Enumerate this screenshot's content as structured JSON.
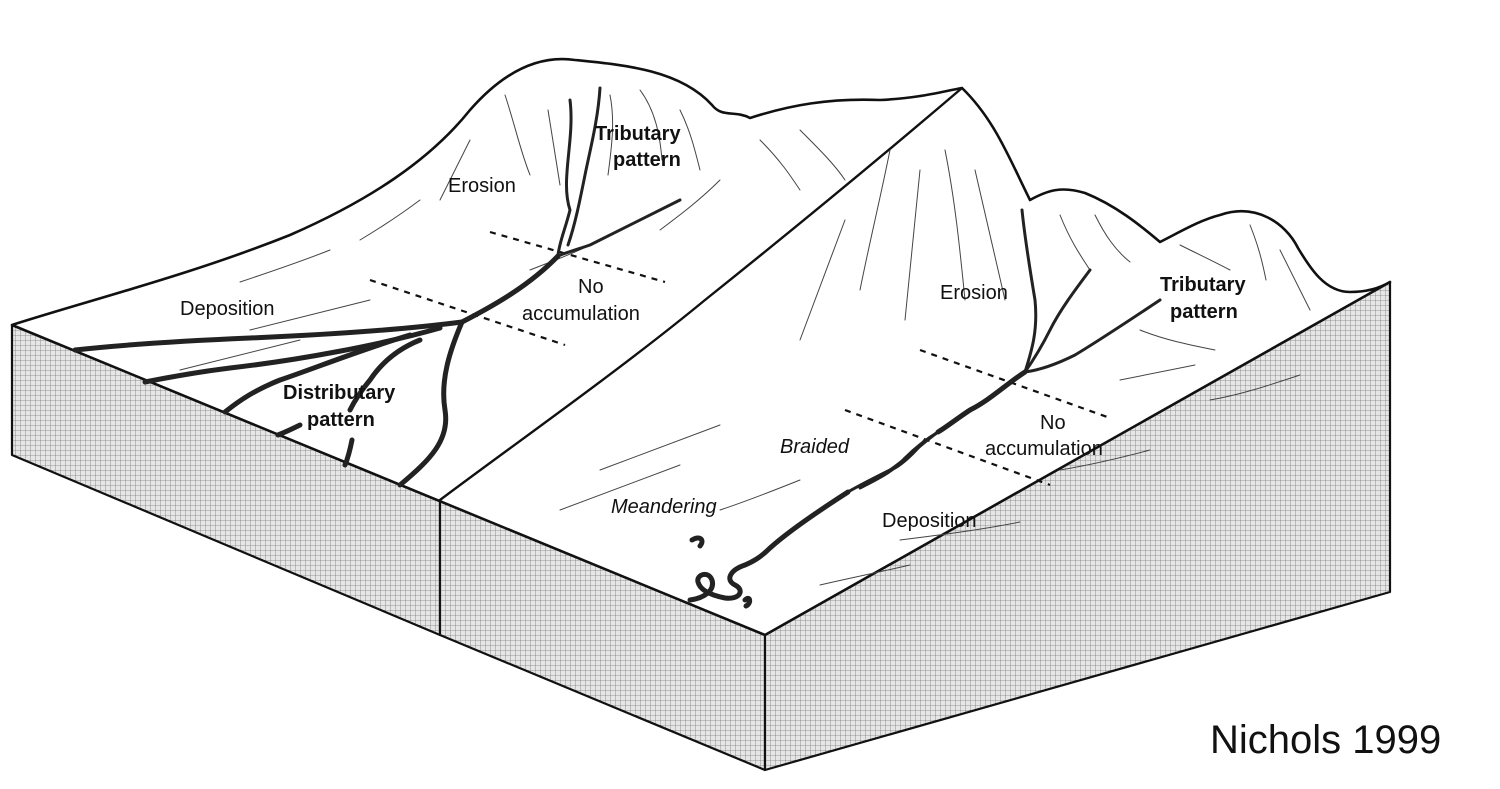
{
  "left_fan": {
    "erosion": "Erosion",
    "tributary": [
      "Tributary",
      "pattern"
    ],
    "no_accumulation": [
      "No",
      "accumulation"
    ],
    "deposition": "Deposition",
    "distributary": [
      "Distributary",
      "pattern"
    ]
  },
  "right_valley": {
    "erosion": "Erosion",
    "tributary": [
      "Tributary",
      "pattern"
    ],
    "no_accumulation": [
      "No",
      "accumulation"
    ],
    "deposition": "Deposition",
    "braided": "Braided",
    "meandering": "Meandering"
  },
  "credit": "Nichols 1999"
}
